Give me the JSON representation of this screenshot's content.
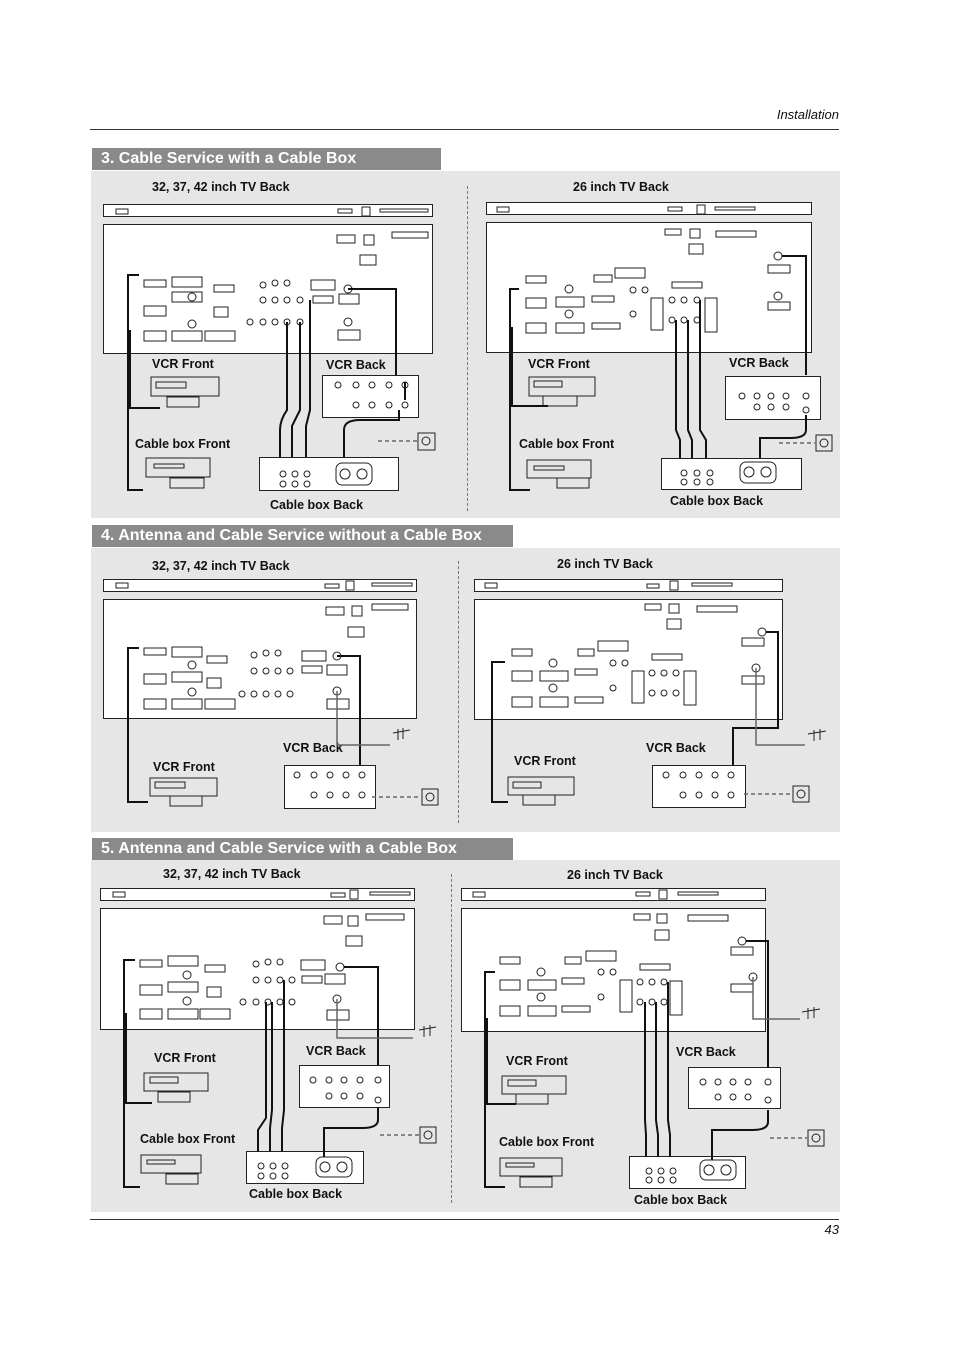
{
  "header": {
    "title": "Installation"
  },
  "page_number": "43",
  "sections": [
    {
      "title": "3. Cable Service with a Cable Box",
      "left": {
        "panel": "32, 37, 42 inch TV Back",
        "vcr_front": "VCR Front",
        "vcr_back": "VCR Back",
        "cablebox_front": "Cable box Front",
        "cablebox_back": "Cable box Back"
      },
      "right": {
        "panel": "26 inch TV Back",
        "vcr_front": "VCR Front",
        "vcr_back": "VCR Back",
        "cablebox_front": "Cable box Front",
        "cablebox_back": "Cable box Back"
      }
    },
    {
      "title": "4. Antenna and Cable Service without a Cable Box",
      "left": {
        "panel": "32, 37, 42 inch TV Back",
        "vcr_front": "VCR Front",
        "vcr_back": "VCR Back"
      },
      "right": {
        "panel": "26 inch TV Back",
        "vcr_front": "VCR Front",
        "vcr_back": "VCR Back"
      }
    },
    {
      "title": "5. Antenna and Cable Service with a Cable Box",
      "left": {
        "panel": "32, 37, 42 inch TV Back",
        "vcr_front": "VCR Front",
        "vcr_back": "VCR Back",
        "cablebox_front": "Cable box Front",
        "cablebox_back": "Cable box Back"
      },
      "right": {
        "panel": "26 inch TV Back",
        "vcr_front": "VCR Front",
        "vcr_back": "VCR Back",
        "cablebox_front": "Cable box Front",
        "cablebox_back": "Cable box Back"
      }
    }
  ]
}
